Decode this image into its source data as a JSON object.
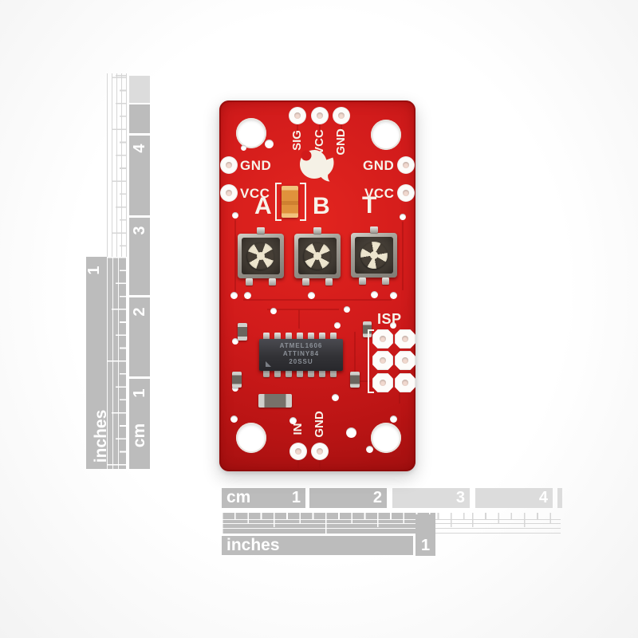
{
  "product_photo": {
    "subject": "Red breakout PCB with three trimmer potentiometers, ATtiny84 microcontroller and ISP header, photographed over white with cm/inch reference rulers"
  },
  "board": {
    "silkscreen": {
      "top_pins": [
        "SIG",
        "VCC",
        "GND"
      ],
      "left_pins": [
        "GND",
        "VCC"
      ],
      "right_pins": [
        "GND",
        "VCC"
      ],
      "channels": [
        "A",
        "B",
        "T"
      ],
      "isp": "ISP",
      "bottom_pins": [
        "IN",
        "GND"
      ]
    },
    "ic_marking": [
      "ATMEL1606",
      "ATTINY84",
      "20SSU"
    ]
  },
  "rulers": {
    "left": {
      "cm_label": "cm",
      "inch_label": "inches",
      "cm_numbers": [
        "1",
        "2",
        "3",
        "4"
      ],
      "inch_numbers": [
        "1"
      ]
    },
    "bottom": {
      "cm_label": "cm",
      "inch_label": "inches",
      "cm_numbers": [
        "1",
        "2",
        "3",
        "4"
      ],
      "inch_numbers": [
        "1"
      ]
    }
  },
  "colors": {
    "board_red": "#d11b1b",
    "silkscreen_white": "#f7f3ea",
    "ruler_gray": "#bcbcbc",
    "ruler_light_gray": "#dcdcdc",
    "capacitor_orange": "#e0923c",
    "background": "#ffffff"
  }
}
